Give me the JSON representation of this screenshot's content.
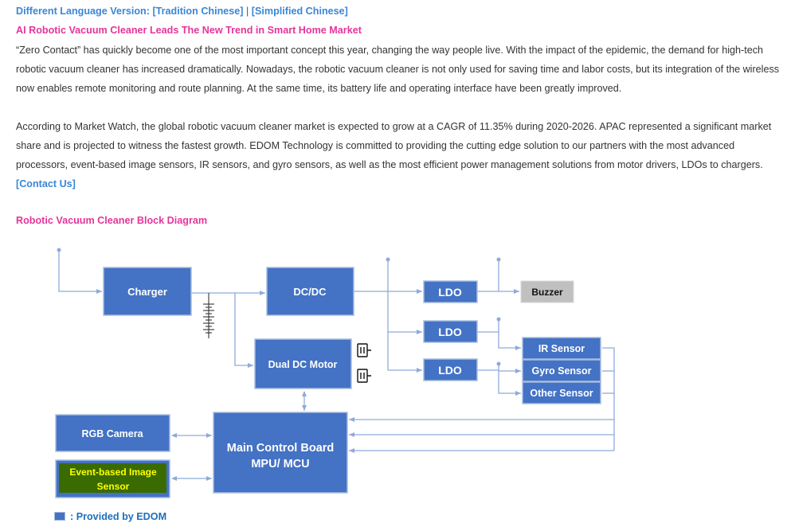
{
  "header": {
    "lang_prefix": "Different Language Version: ",
    "lang_traditional": "[Tradition Chinese]",
    "lang_separator": " | ",
    "lang_simplified": "[Simplified Chinese]"
  },
  "article": {
    "headline": "AI Robotic Vacuum Cleaner Leads The New Trend in Smart Home Market",
    "paragraph1": "“Zero Contact” has quickly become one of the most important concept this year, changing the way people live. With the impact of the epidemic, the demand for high-tech robotic vacuum cleaner has increased dramatically. Nowadays, the robotic vacuum cleaner is not only used for saving time and labor costs, but its integration of the wireless now enables remote monitoring and route planning. At the same time, its battery life and operating interface have been greatly improved.",
    "paragraph2": "According to Market Watch, the global robotic vacuum cleaner market is expected to grow at a CAGR of 11.35% during 2020-2026. APAC represented a significant market share and is projected to witness the fastest growth. EDOM Technology is committed to providing the cutting edge solution to our partners with the most advanced processors, event-based image sensors, IR sensors, and gyro sensors, as well as the most efficient power management solutions from motor drivers, LDOs to chargers. ",
    "contact_link": "[Contact Us]"
  },
  "diagram": {
    "title": "Robotic Vacuum Cleaner Block Diagram",
    "blocks": {
      "charger": "Charger",
      "dcdc": "DC/DC",
      "ldo1": "LDO",
      "ldo2": "LDO",
      "ldo3": "LDO",
      "buzzer": "Buzzer",
      "motor": "Dual DC Motor",
      "ir": "IR Sensor",
      "gyro": "Gyro Sensor",
      "other": "Other Sensor",
      "rgb": "RGB Camera",
      "event_line1": "Event-based Image",
      "event_line2": "Sensor",
      "mcu_line1": "Main Control Board",
      "mcu_line2": "MPU/ MCU"
    },
    "legend": ": Provided by EDOM",
    "colors": {
      "edom_block": "#4472c4",
      "other_block": "#c0c0c0",
      "event_highlight": "#3a6b00",
      "event_text": "#ffff00",
      "connector": "#8eaadb"
    }
  }
}
